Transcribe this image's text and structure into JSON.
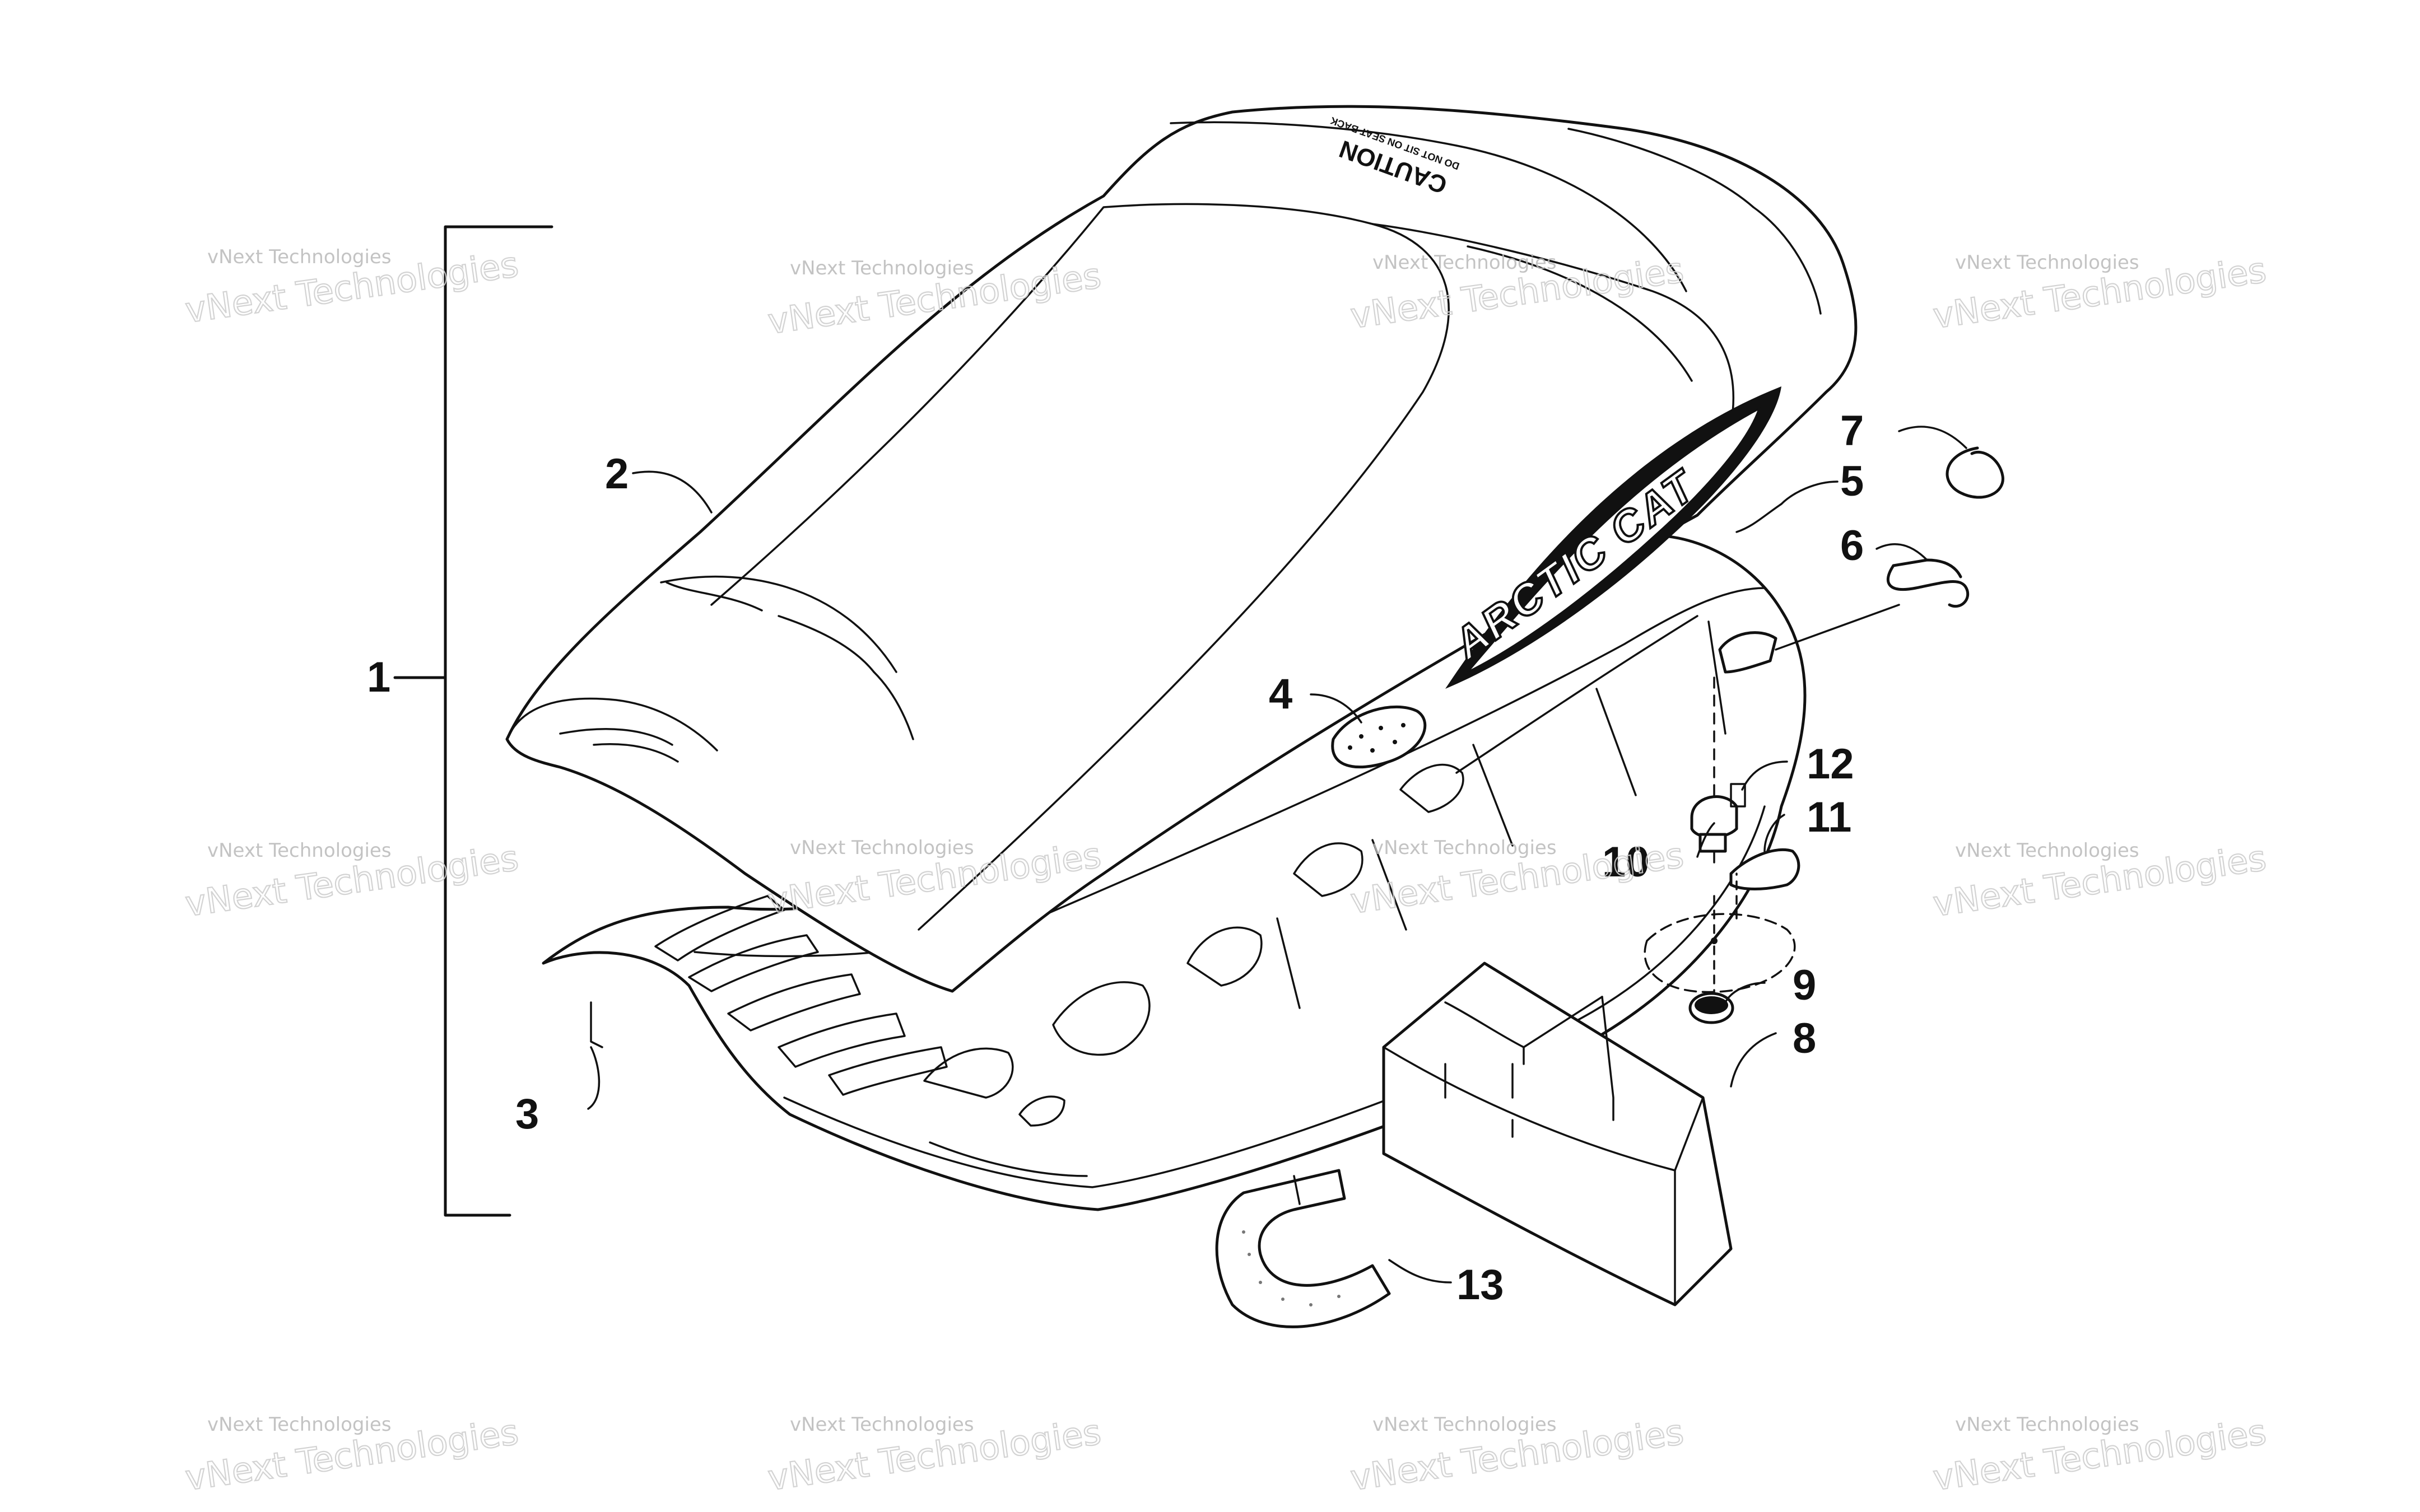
{
  "callouts": [
    {
      "id": "1",
      "label": "1"
    },
    {
      "id": "2",
      "label": "2"
    },
    {
      "id": "3",
      "label": "3"
    },
    {
      "id": "4",
      "label": "4"
    },
    {
      "id": "5",
      "label": "5"
    },
    {
      "id": "6",
      "label": "6"
    },
    {
      "id": "7",
      "label": "7"
    },
    {
      "id": "8",
      "label": "8"
    },
    {
      "id": "9",
      "label": "9"
    },
    {
      "id": "10",
      "label": "10"
    },
    {
      "id": "11",
      "label": "11"
    },
    {
      "id": "12",
      "label": "12"
    },
    {
      "id": "13",
      "label": "13"
    }
  ],
  "decals": {
    "brand": "ARCTIC CAT",
    "caution_title": "CAUTION",
    "caution_text": "DO NOT SIT ON SEAT BACK"
  },
  "watermark": {
    "line1": "vNext Technologies",
    "line2": "vNext Technologies"
  }
}
